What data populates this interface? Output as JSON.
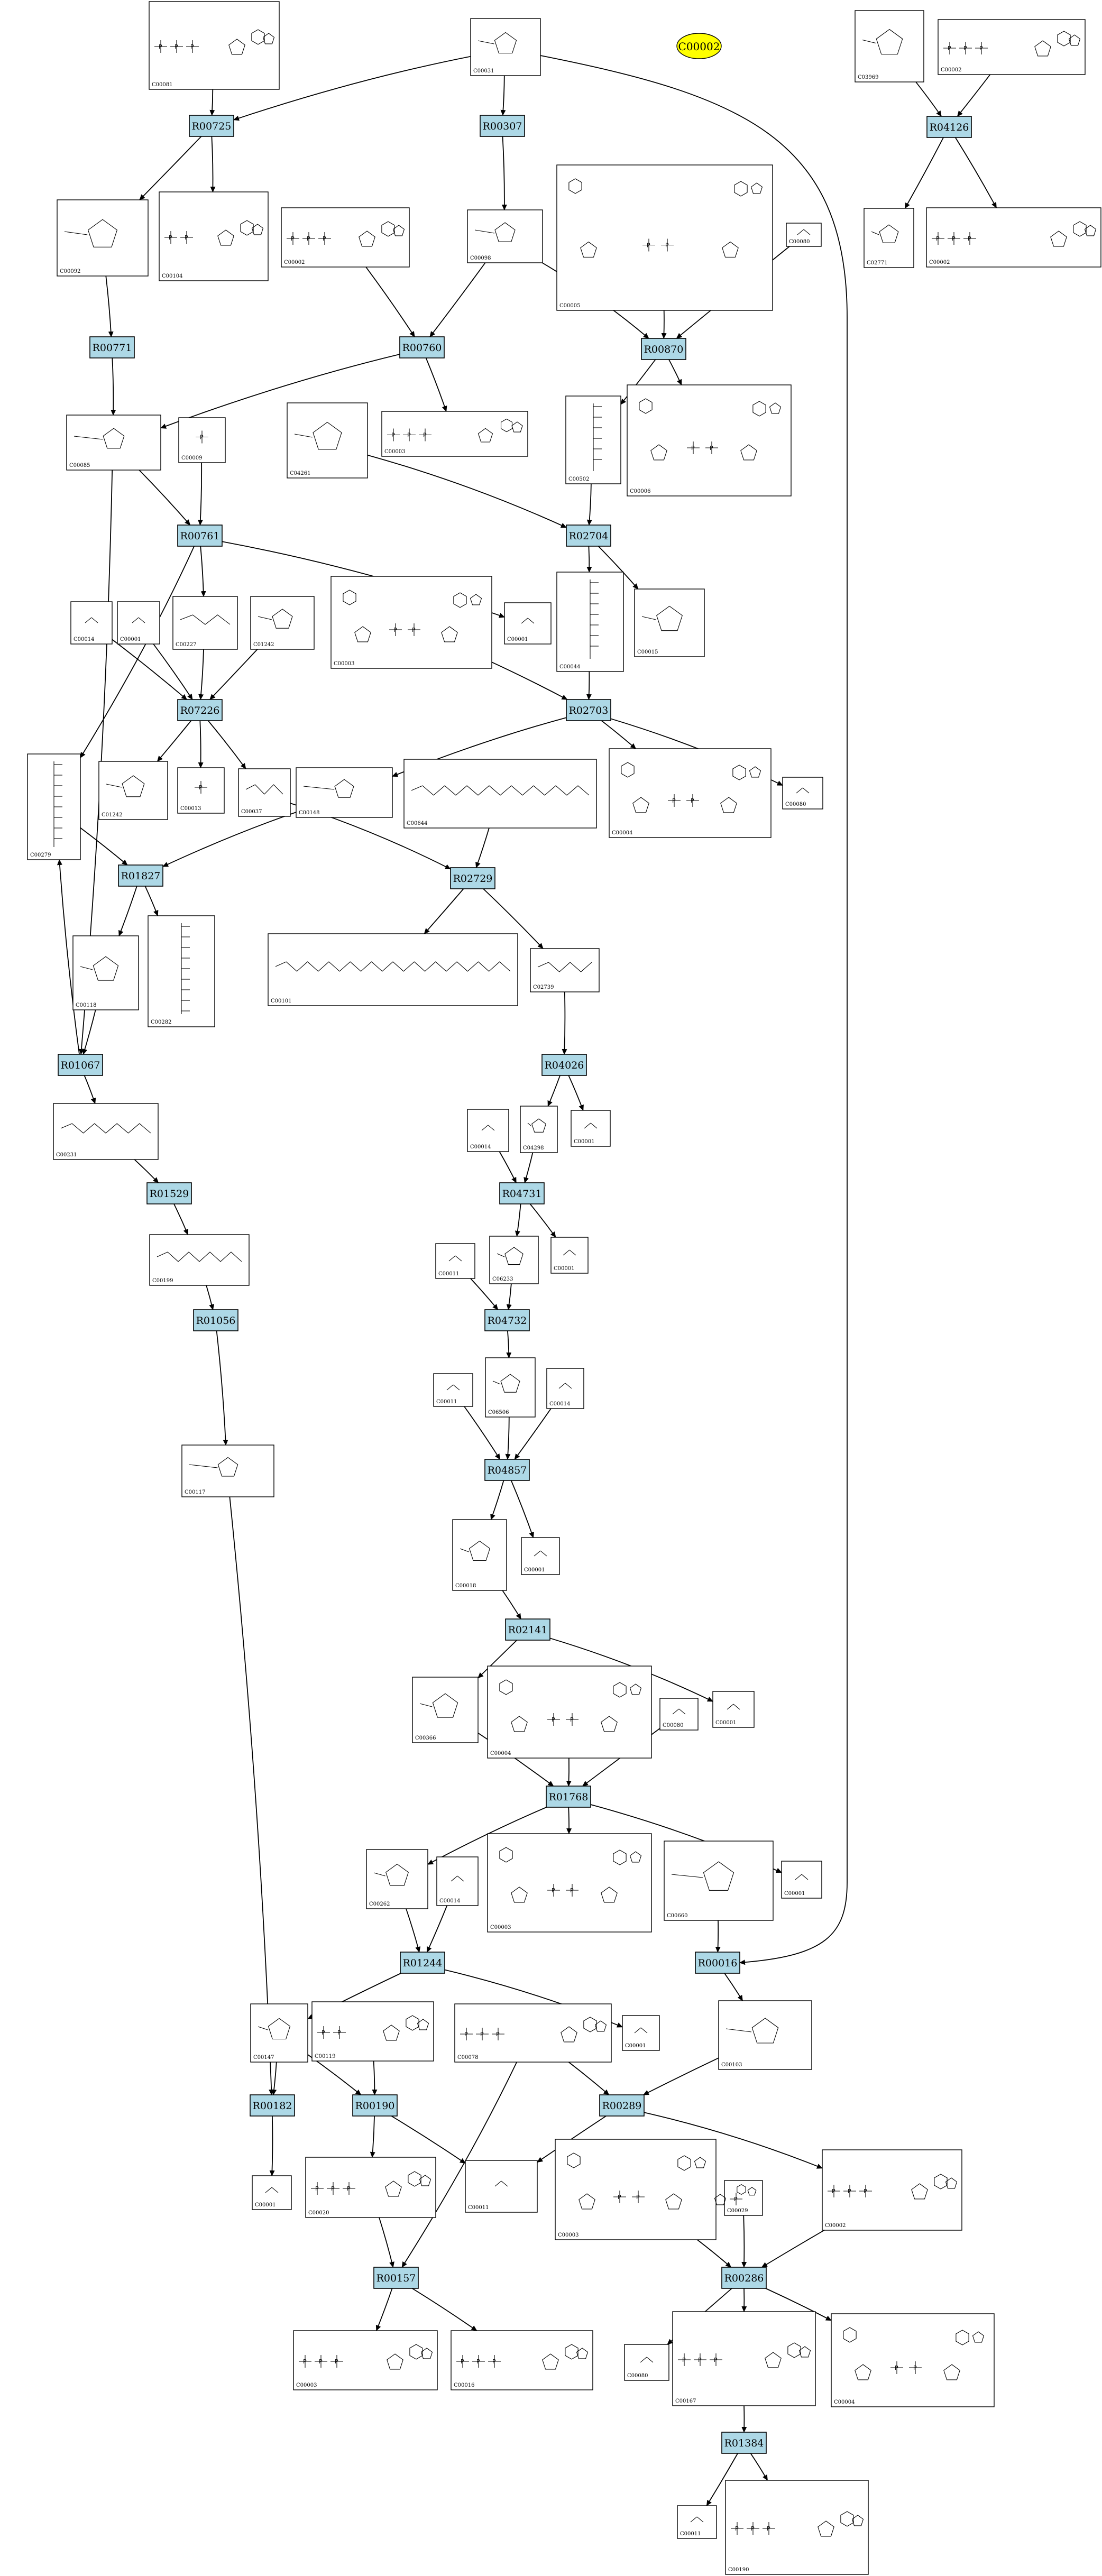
{
  "highlighted": {
    "label": "C00002"
  },
  "reactions": [
    "R00725",
    "R00307",
    "R04126",
    "R00771",
    "R00760",
    "R00870",
    "R00761",
    "R02704",
    "R07226",
    "R02703",
    "R01827",
    "R02729",
    "R01067",
    "R04026",
    "R01529",
    "R04731",
    "R01056",
    "R04732",
    "R04857",
    "R02141",
    "R01768",
    "R00016",
    "R01244",
    "R00182",
    "R00190",
    "R00289",
    "R00157",
    "R00286",
    "R01384"
  ],
  "compounds": {
    "n1": "C00081",
    "n2": "C00031",
    "n3": "C03969",
    "n4": "C00002",
    "n5": "C00092",
    "n6": "C00104",
    "n7": "C00002",
    "n8": "C00098",
    "n9": "C00005",
    "n10": "C00080",
    "n11": "C02771",
    "n12": "C00002",
    "n13": "C00085",
    "n14": "C00009",
    "n15": "C04261",
    "n16": "C00003",
    "n17": "C00502",
    "n18": "C00006",
    "n19": "C00014",
    "n20": "C00001",
    "n21": "C00227",
    "n22": "C01242",
    "n23": "C00001",
    "n24": "C00003",
    "n25": "C00044",
    "n26": "C00015",
    "n27": "C00279",
    "n28": "C01242",
    "n29": "C00013",
    "n30": "C00037",
    "n31": "C00148",
    "n32": "C00644",
    "n33": "C00004",
    "n34": "C00080",
    "n35": "C00118",
    "n36": "C00282",
    "n37": "C00101",
    "n38": "C02739",
    "n39": "C00231",
    "n40": "C00014",
    "n41": "C04298",
    "n42": "C00001",
    "n43": "C00199",
    "n44": "C00011",
    "n45": "C06233",
    "n46": "C00001",
    "n47": "C00117",
    "n48": "C00011",
    "n49": "C06506",
    "n50": "C00014",
    "n51": "C00018",
    "n52": "C00001",
    "n53": "C00366",
    "n54": "C00004",
    "n55": "C00080",
    "n56": "C00001",
    "n57": "C00262",
    "n58": "C00014",
    "n59": "C00003",
    "n60": "C00660",
    "n61": "C00001",
    "n62": "C00147",
    "n63": "C00119",
    "n64": "C00078",
    "n65": "C00001",
    "n66": "C00103",
    "n67": "C00002",
    "n68": "C00020",
    "n69": "C00011",
    "n70": "C00003",
    "n71": "C00001",
    "n72": "C00029",
    "n73": "C00003",
    "n74": "C00016",
    "n75": "C00080",
    "n76": "C00167",
    "n77": "C00004",
    "n78": "C00011",
    "n79": "C00190"
  }
}
